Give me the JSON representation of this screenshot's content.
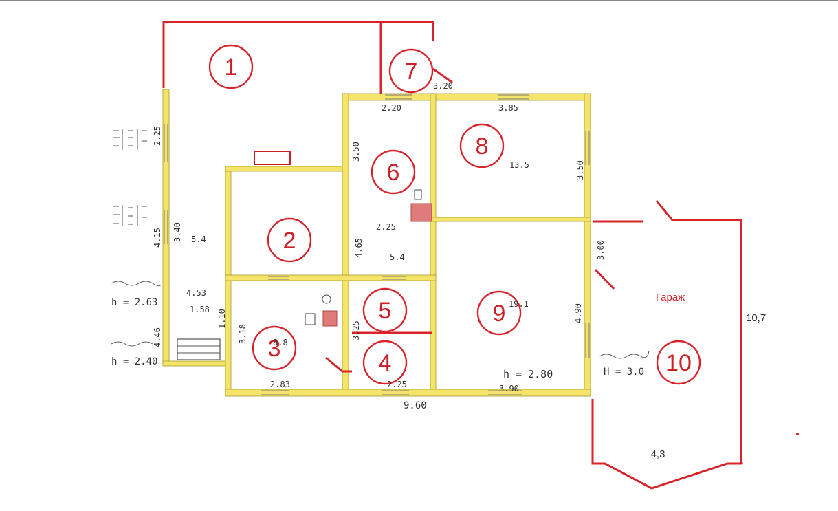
{
  "colors": {
    "wall": "#f4e46a",
    "wall_edge": "#a89b2c",
    "annotation": "#d8232a",
    "ink": "#333333",
    "stove": "#e07b7b"
  },
  "rooms": [
    {
      "id": "1",
      "label": "1"
    },
    {
      "id": "2",
      "label": "2"
    },
    {
      "id": "3",
      "label": "3"
    },
    {
      "id": "4",
      "label": "4"
    },
    {
      "id": "5",
      "label": "5"
    },
    {
      "id": "6",
      "label": "6"
    },
    {
      "id": "7",
      "label": "7"
    },
    {
      "id": "8",
      "label": "8"
    },
    {
      "id": "9",
      "label": "9"
    },
    {
      "id": "10",
      "label": "10"
    }
  ],
  "garage": {
    "label": "Гараж",
    "length": "10,7",
    "width": "4,3"
  },
  "dimensions": {
    "room6_top": "2.20",
    "room8_top": "3.85",
    "room6_side": "3.50",
    "room8_side": "3.50",
    "room6_mid": "2.25",
    "room6_left": "4.65",
    "room9_side_top": "3.00",
    "room9_side": "4.90",
    "room9_height": "h = 2.80",
    "room9_bottom": "3.90",
    "room3_bottom": "2.83",
    "room4_bottom": "2.25",
    "room3_side": "3.18",
    "room4_side": "3.25",
    "overall_bottom": "9.60",
    "left_a": "2.25",
    "left_b": "4.15",
    "left_c": "3.40",
    "left_d": "4.53",
    "left_e": "1.58",
    "left_f": "1.10",
    "left_g": "4.46",
    "left_h1": "h = 2.63",
    "left_h2": "h = 2.40",
    "room10_h": "H = 3.0",
    "room7_dim": "3.20",
    "area_8": "13.5",
    "area_9": "19.1",
    "area_6": "5.4",
    "area_3": "8.8",
    "area_1": "5.4"
  }
}
